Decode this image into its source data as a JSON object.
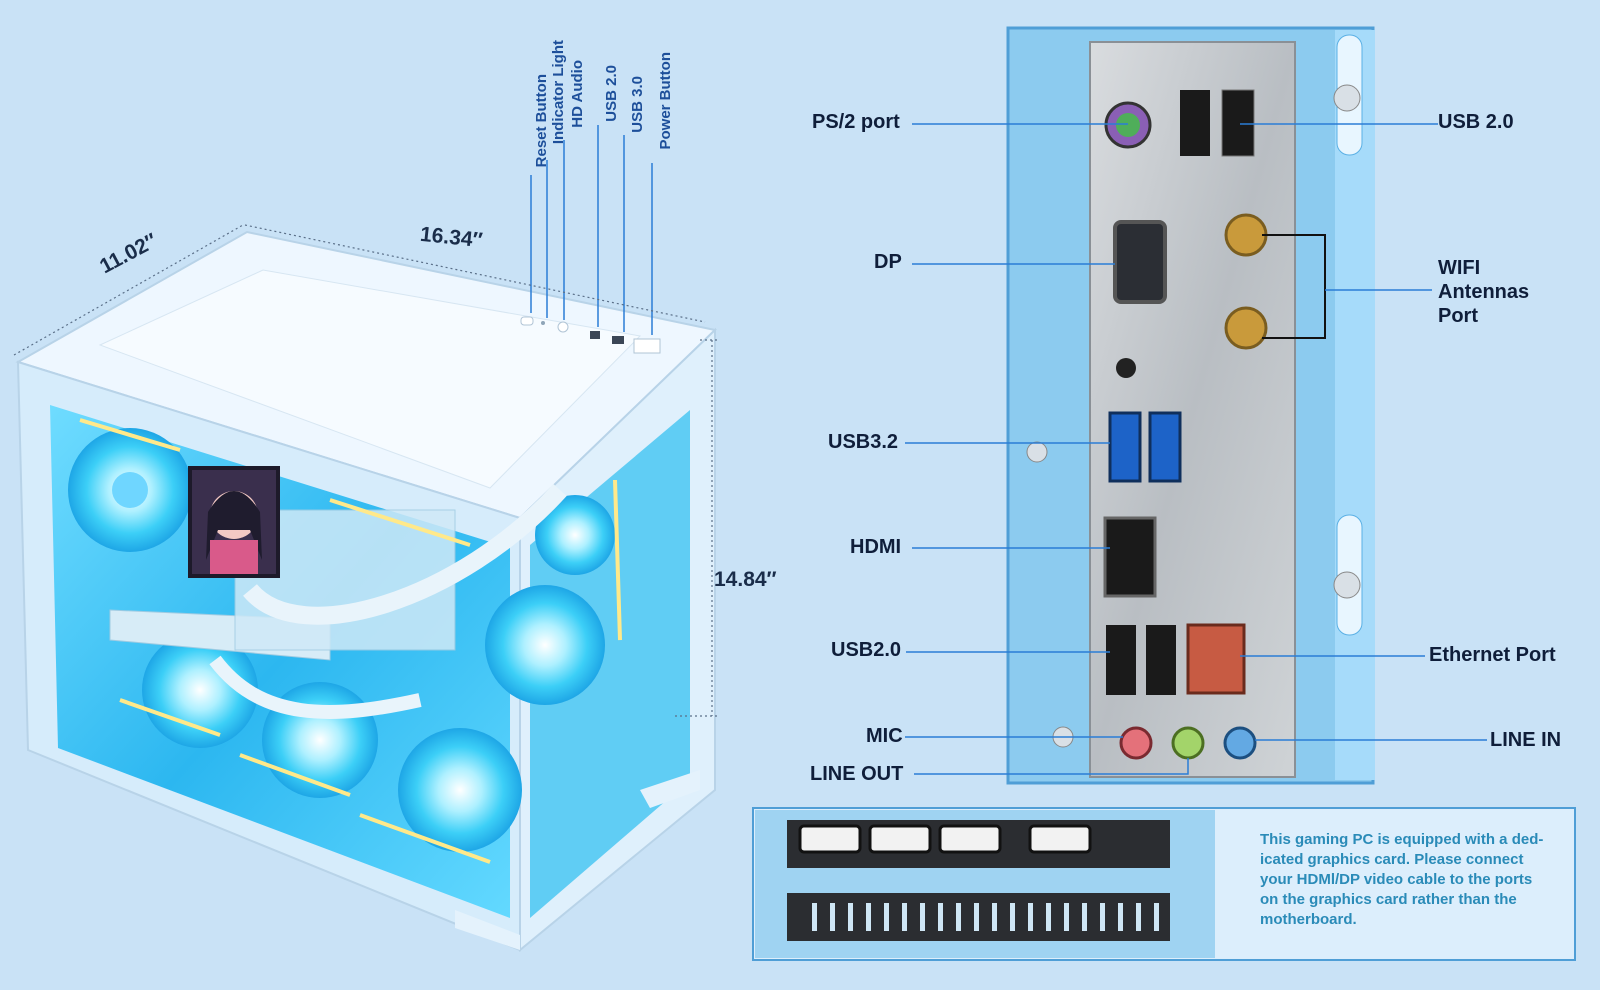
{
  "dimensions": {
    "depth": "11.02″",
    "width": "16.34″",
    "height": "14.84″"
  },
  "front_panel_labels": [
    "Reset Button",
    "Indicator Light",
    "HD Audio",
    "USB 2.0",
    "USB 3.0",
    "Power Button"
  ],
  "io_panel_labels": {
    "left": [
      "PS/2 port",
      "DP",
      "USB3.2",
      "HDMI",
      "USB2.0",
      "MIC",
      "LINE OUT"
    ],
    "right": [
      "USB 2.0",
      "WIFI",
      "Antennas",
      "Port",
      "Ethernet Port",
      "LINE IN"
    ]
  },
  "gpu_note": "This gaming PC is equipped with a ded-icated graphics card. Please connect your HDMl/DP video cable to the ports on the graphics card rather than the motherboard.",
  "gpu_note_lines": [
    "This gaming PC is equipped with a ded-",
    "icated graphics card. Please connect",
    "your HDMl/DP video cable to the ports",
    "on the graphics card rather than the",
    "motherboard."
  ],
  "colors": {
    "background": "#c9e2f6",
    "accent": "#2a7dd6",
    "case_body": "#eaf6ff",
    "glow": "#38c8ff"
  }
}
